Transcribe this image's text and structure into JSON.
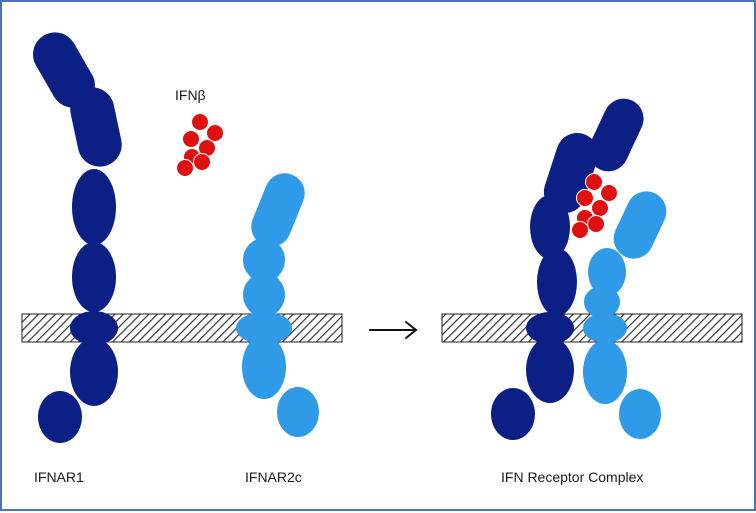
{
  "labels": {
    "ligand": "IFNβ",
    "receptor1": "IFNAR1",
    "receptor2": "IFNAR2c",
    "complex": "IFN Receptor Complex"
  },
  "colors": {
    "ifnar1": "#0b1f85",
    "ifnar2": "#2f9ae8",
    "ligand": "#e01010",
    "membrane_hatch": "#333333",
    "frame_border": "#4a72b8"
  },
  "icons": {
    "arrow": "right-arrow-icon"
  }
}
